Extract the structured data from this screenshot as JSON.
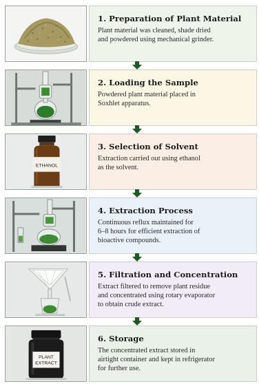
{
  "colors": {
    "arrow": "#1f5a24",
    "card_backgrounds": [
      "#eef4ea",
      "#fcf6e4",
      "#fbeee4",
      "#e9f1f9",
      "#f1ecf7",
      "#e9f1e8"
    ]
  },
  "steps": [
    {
      "number": "1.",
      "title": "Preparation of Plant Material",
      "desc": [
        "Plant material was cleaned, shade dried",
        "and powdered using mechanical grinder."
      ],
      "image": "plant-powder-dish"
    },
    {
      "number": "2.",
      "title": "Loading the Sample",
      "desc": [
        "Powdered plant material placed in",
        "Soxhlet apparatus."
      ],
      "image": "soxhlet-apparatus"
    },
    {
      "number": "3.",
      "title": "Selection of Solvent",
      "desc": [
        "Extraction carried out using ethanol",
        "as the solvent."
      ],
      "image": "ethanol-bottle",
      "image_label": "ETHANOL"
    },
    {
      "number": "4.",
      "title": "Extraction Process",
      "desc": [
        "Continuous reflux maintained for",
        "6–8 hours for efficient extraction of",
        "bioactive compounds."
      ],
      "image": "reflux-setup"
    },
    {
      "number": "5.",
      "title": "Filtration and Concentration",
      "desc": [
        "Extract filtered to remove plant residue",
        "and concentrated using rotary evaporator",
        "to obtain crude extract."
      ],
      "image": "filter-funnel"
    },
    {
      "number": "6.",
      "title": "Storage",
      "desc": [
        "The concentrated extract stored in",
        "airtight container and kept in refrigerator",
        "for further use."
      ],
      "image": "extract-jar",
      "image_label": [
        "PLANT",
        "EXTRACT"
      ]
    }
  ]
}
